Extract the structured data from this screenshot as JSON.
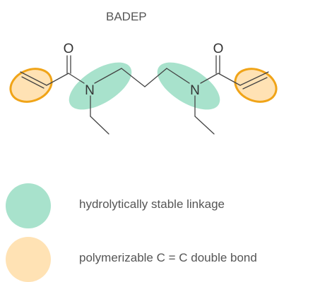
{
  "title": "BADEP",
  "atoms": {
    "oxygen_left": "O",
    "oxygen_right": "O",
    "nitrogen_left": "N",
    "nitrogen_right": "N"
  },
  "colors": {
    "hydrolytic": "#A8E2CC",
    "polymerizable_fill": "#FFE2B4",
    "polymerizable_ring": "#F0A418",
    "bond": "#444444"
  },
  "legend": [
    {
      "label": "hydrolytically stable linkage"
    },
    {
      "label": "polymerizable C = C double bond"
    }
  ]
}
